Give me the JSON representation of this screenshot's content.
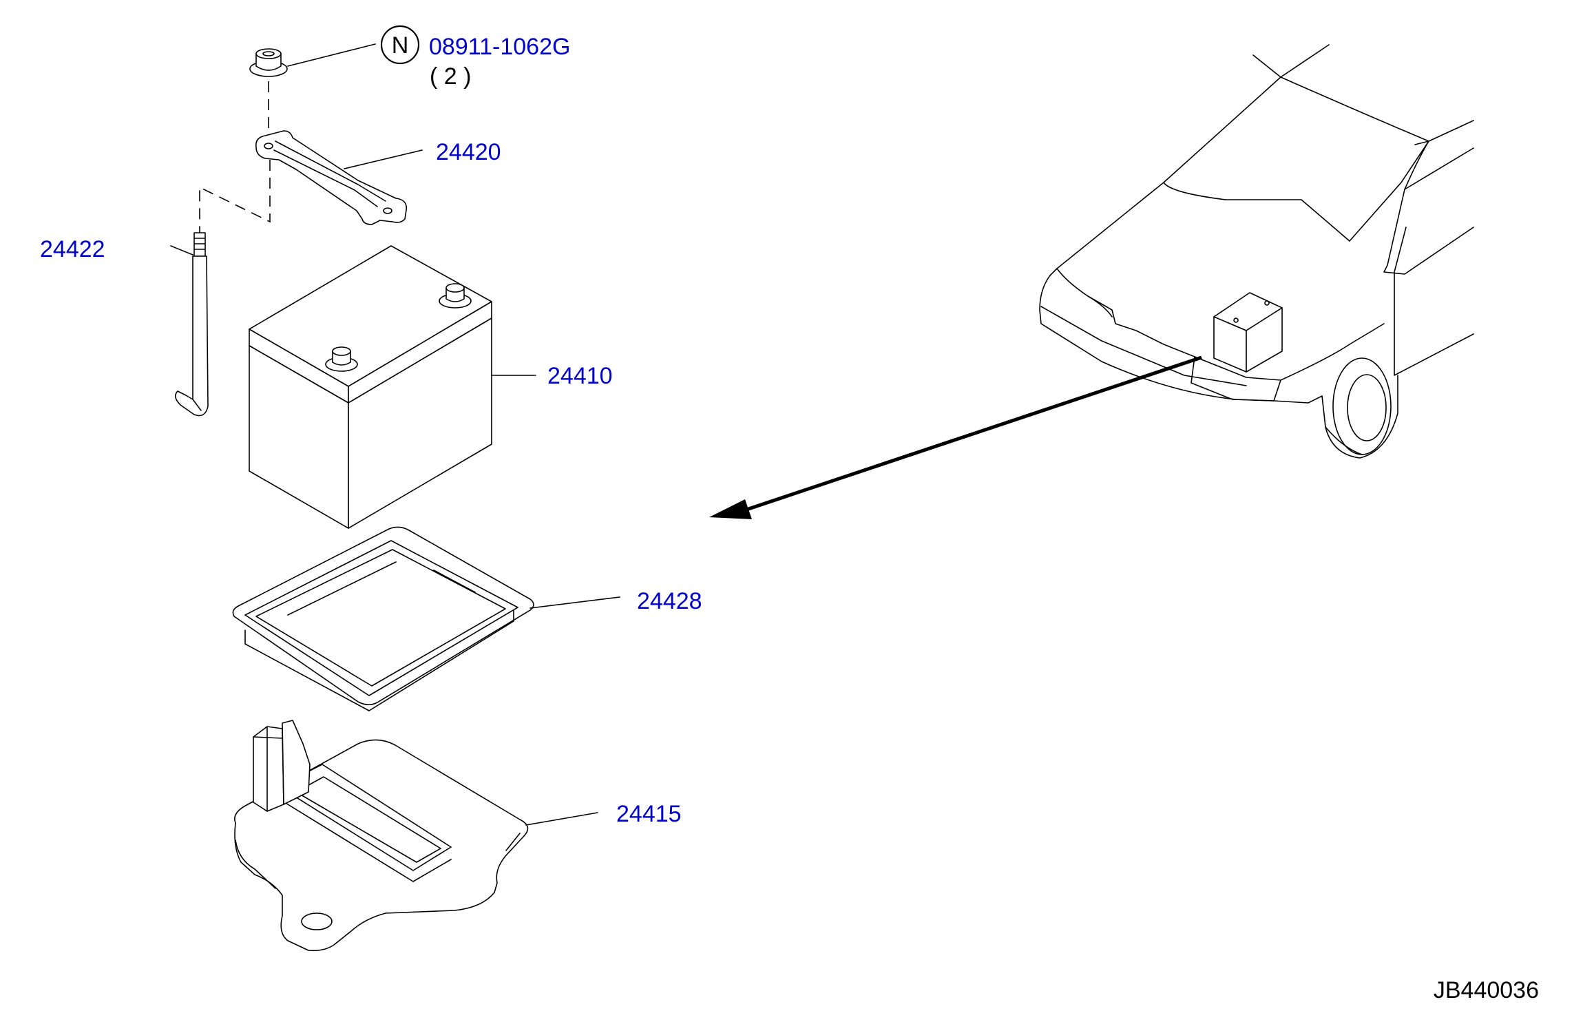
{
  "callouts": {
    "nut_symbol": "N",
    "nut_part": "08911-1062G",
    "nut_qty": "( 2 )",
    "hold_down_frame": "24420",
    "hook_bolt": "24422",
    "battery": "24410",
    "tray": "24428",
    "support": "24415"
  },
  "drawing_id": "JB440036",
  "colors": {
    "part_number": "#0000cc",
    "line": "#000000",
    "background": "#ffffff"
  }
}
